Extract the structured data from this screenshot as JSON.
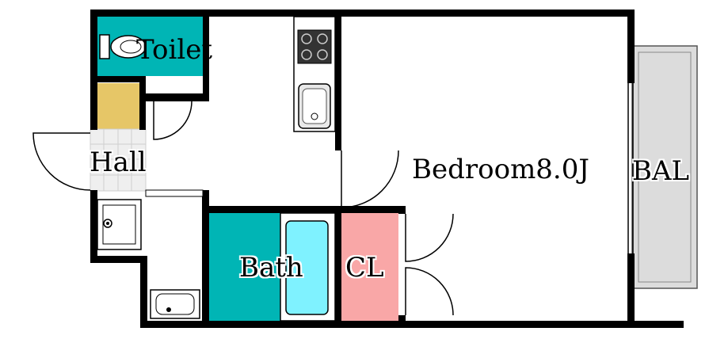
{
  "rooms": {
    "toilet": {
      "label": "Toilet",
      "color": "#00B5B5"
    },
    "hall": {
      "label": "Hall"
    },
    "bedroom": {
      "label": "Bedroom8.0J"
    },
    "balcony": {
      "label": "BAL",
      "color": "#DCDCDC"
    },
    "bath": {
      "label": "Bath",
      "color": "#00B5B5",
      "tub_color": "#7FF2FF"
    },
    "closet": {
      "label": "CL",
      "color": "#F9A7A7"
    },
    "shoe_box": {
      "color": "#E6C667"
    }
  },
  "fixtures": {
    "icons": [
      "toilet-icon",
      "stove-icon",
      "kitchen-sink-icon",
      "washer-pan-icon",
      "washbasin-icon",
      "bathtub-icon"
    ]
  }
}
